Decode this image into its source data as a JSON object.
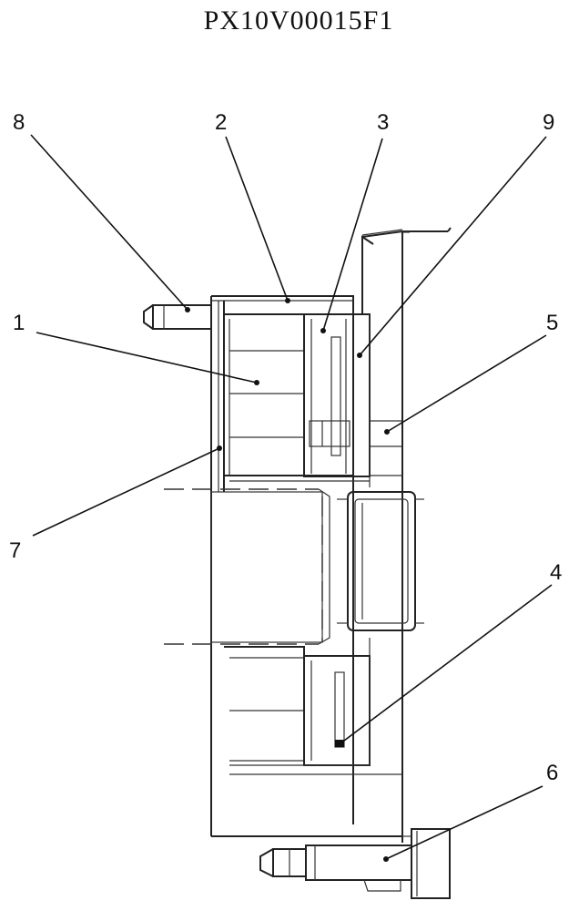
{
  "drawing": {
    "title": "PX10V00015F1",
    "callouts": [
      {
        "id": "8",
        "text": "8"
      },
      {
        "id": "2",
        "text": "2"
      },
      {
        "id": "3",
        "text": "3"
      },
      {
        "id": "9",
        "text": "9"
      },
      {
        "id": "1",
        "text": "1"
      },
      {
        "id": "5",
        "text": "5"
      },
      {
        "id": "7",
        "text": "7"
      },
      {
        "id": "4",
        "text": "4"
      },
      {
        "id": "6",
        "text": "6"
      }
    ]
  }
}
